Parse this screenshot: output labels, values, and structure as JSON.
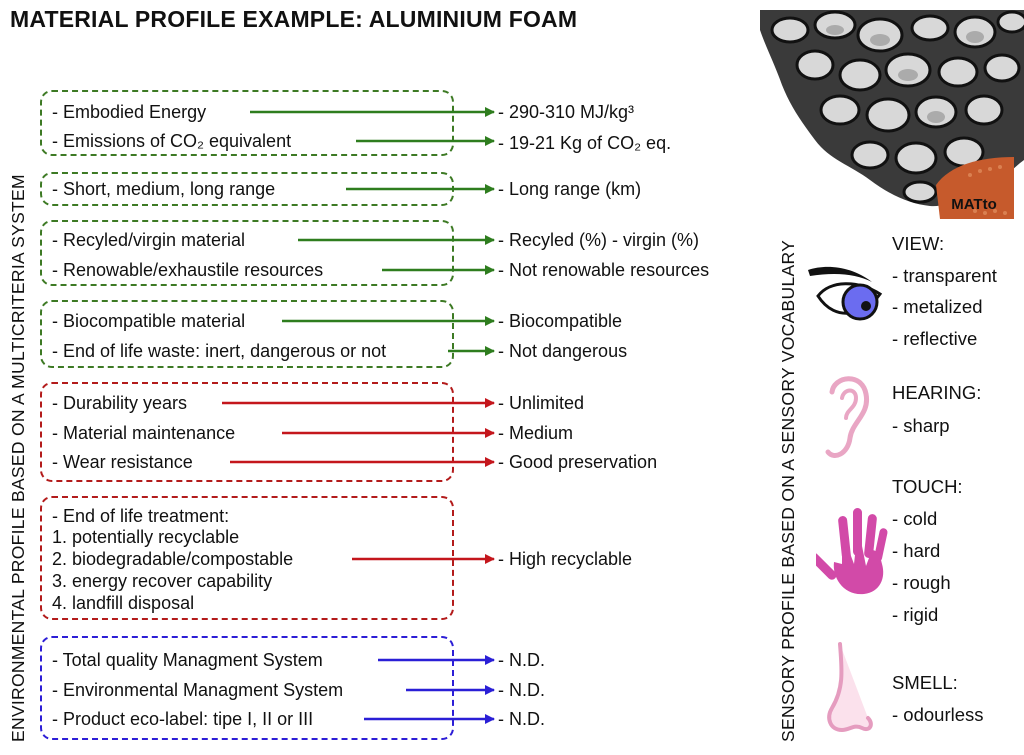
{
  "title": "MATERIAL PROFILE  EXAMPLE: ALUMINIUM FOAM",
  "left_vertical_label": "ENVIRONMENTAL PROFILE BASED ON A MULTICRITERIA SYSTEM",
  "right_vertical_label": "SENSORY PROFILE BASED ON A SENSORY VOCABULARY",
  "logo_text": "MATto",
  "colors": {
    "green": "#2e7d1e",
    "red": "#c4161c",
    "blue": "#2a1fd6",
    "green_box": "#3d7a24",
    "red_box": "#b31b1b",
    "blue_box": "#2d1ed6"
  },
  "groups": [
    {
      "color": "green",
      "items": [
        {
          "label": "- Embodied Energy",
          "result": "- 290-310 MJ/kg³"
        },
        {
          "label": "- Emissions of CO₂ equivalent",
          "result": "- 19-21 Kg of CO₂ eq."
        }
      ]
    },
    {
      "color": "green",
      "items": [
        {
          "label": "- Short, medium, long range",
          "result": "- Long range (km)"
        }
      ]
    },
    {
      "color": "green",
      "items": [
        {
          "label": "- Recyled/virgin material",
          "result": "- Recyled (%) - virgin (%)"
        },
        {
          "label": "- Renowable/exhaustile resources",
          "result": "- Not renowable resources"
        }
      ]
    },
    {
      "color": "green",
      "items": [
        {
          "label": "- Biocompatible material",
          "result": "- Biocompatible"
        },
        {
          "label": "- End of life waste: inert, dangerous or not",
          "result": "- Not dangerous"
        }
      ]
    },
    {
      "color": "red",
      "items": [
        {
          "label": "- Durability years",
          "result": "- Unlimited"
        },
        {
          "label": "- Material maintenance",
          "result": "- Medium"
        },
        {
          "label": "- Wear resistance",
          "result": "- Good preservation"
        }
      ]
    },
    {
      "color": "red",
      "items": [
        {
          "label": "- End of life treatment:"
        },
        {
          "label": "1. potentially recyclable"
        },
        {
          "label": "2. biodegradable/compostable",
          "result": "- High recyclable"
        },
        {
          "label": "3. energy recover capability"
        },
        {
          "label": "4. landfill disposal"
        }
      ]
    },
    {
      "color": "blue",
      "items": [
        {
          "label": "- Total quality Managment System",
          "result": "- N.D."
        },
        {
          "label": "- Environmental Managment System",
          "result": "- N.D."
        },
        {
          "label": "- Product eco-label: tipe I, II or III",
          "result": "- N.D."
        }
      ]
    }
  ],
  "senses": [
    {
      "icon": "eye-icon",
      "heading": "VIEW:",
      "items": [
        "- transparent",
        "- metalized",
        "- reflective"
      ]
    },
    {
      "icon": "ear-icon",
      "heading": "HEARING:",
      "items": [
        "- sharp"
      ]
    },
    {
      "icon": "hand-icon",
      "heading": "TOUCH:",
      "items": [
        "- cold",
        "- hard",
        "- rough",
        "- rigid"
      ]
    },
    {
      "icon": "nose-icon",
      "heading": "SMELL:",
      "items": [
        "- odourless"
      ]
    }
  ]
}
